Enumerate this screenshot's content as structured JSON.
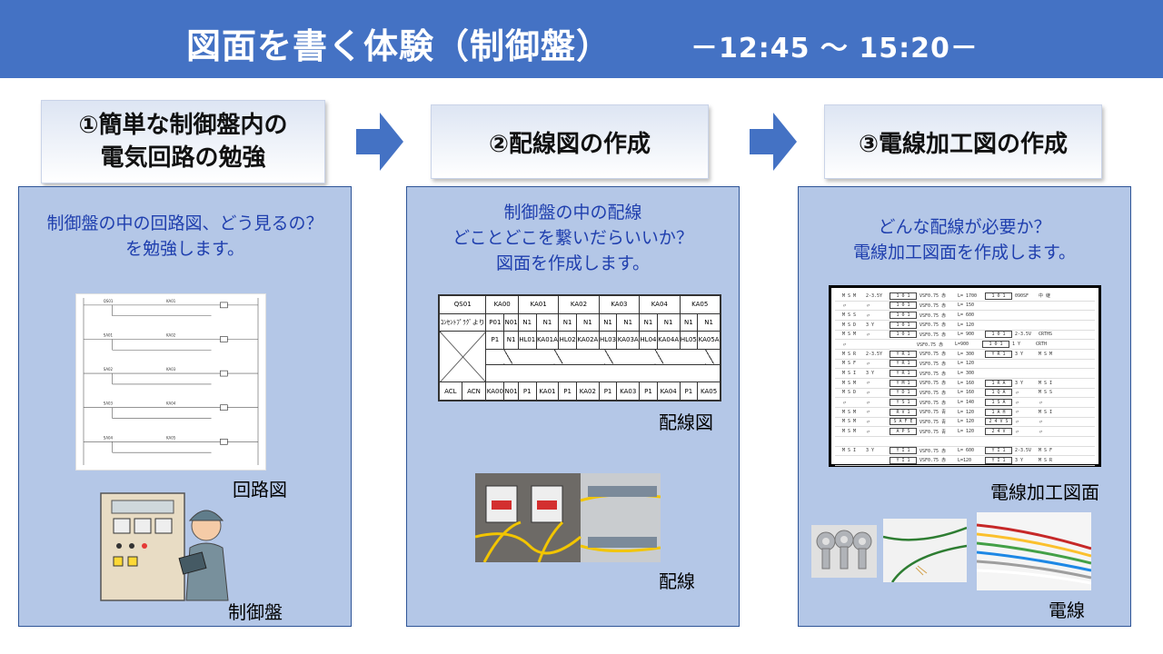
{
  "header": {
    "title": "図面を書く体験（制御盤）",
    "time": "－12:45 ～ 15:20－"
  },
  "steps": [
    {
      "line1": "①簡単な制御盤内の",
      "line2": "電気回路の勉強"
    },
    {
      "line1": "②配線図の作成",
      "line2": ""
    },
    {
      "line1": "③電線加工図の作成",
      "line2": ""
    }
  ],
  "panels": [
    {
      "lines": [
        "制御盤の中の回路図、どう見るの？",
        "を勉強します。"
      ],
      "captions": {
        "circuit": "回路図",
        "panel": "制御盤"
      }
    },
    {
      "lines": [
        "制御盤の中の配線",
        "どことどこを繋いだらいいか？",
        "図面を作成します。"
      ],
      "captions": {
        "diagram": "配線図",
        "photo": "配線"
      }
    },
    {
      "lines": [
        "どんな配線が必要か？",
        "電線加工図面を作成します。"
      ],
      "captions": {
        "drawing": "電線加工図面",
        "photo": "電線"
      }
    }
  ],
  "wiring_table": {
    "header": [
      "QS01",
      "KA00",
      "KA01",
      "KA02",
      "KA03",
      "KA04",
      "KA05"
    ],
    "row1": [
      "ｺﾝｾﾝﾄﾌﾟﾗｸﾞより",
      "P01",
      "N01",
      "N1",
      "N1",
      "N1",
      "N1",
      "N1",
      "N1",
      "N1",
      "N1",
      "N1",
      "N1"
    ],
    "row2": [
      "",
      "P1",
      "N1",
      "HL01",
      "KA01A",
      "HL02",
      "KA02A",
      "HL03",
      "KA03A",
      "HL04",
      "KA04A",
      "HL05",
      "KA05A"
    ],
    "row_bottom": [
      "ACL",
      "ACN",
      "KA00",
      "N01",
      "P1",
      "KA01",
      "P1",
      "KA02",
      "P1",
      "KA03",
      "P1",
      "KA04",
      "P1",
      "KA05"
    ]
  },
  "circuit_labels": [
    "QS01",
    "KA01",
    "SA01",
    "KA02",
    "SA02",
    "KA03",
    "SA03",
    "KA04",
    "SA04",
    "KA05"
  ],
  "cutlist_rows": [
    [
      "M S M",
      "2-3.5Y",
      "1 0 1",
      "VSF0.75 赤",
      "L= 1700",
      "1 0 1",
      "090SF",
      "中 継"
    ],
    [
      "〃",
      "〃",
      "1 0 1",
      "VSF0.75 赤",
      "L= 150",
      "",
      "",
      ""
    ],
    [
      "M S S",
      "〃",
      "1 0 1",
      "VSF0.75 赤",
      "L= 600",
      "",
      "",
      ""
    ],
    [
      "M S D",
      "3 Y",
      "1 0 1",
      "VSF0.75 赤",
      "L= 120",
      "",
      "",
      ""
    ],
    [
      "M S M",
      "〃",
      "1 0 1",
      "VSF0.75 赤",
      "L= 900",
      "1 0 1",
      "2-3.5V",
      "CRTHS"
    ],
    [
      "〃",
      "",
      "",
      "VSF0.75 赤",
      "L=900",
      "1 0 1",
      "1 Y",
      "CRTH"
    ],
    [
      "M S R",
      "2-3.5Y",
      "Y R 1",
      "VSF0.75 赤",
      "L= 300",
      "Y R 1",
      "3 Y",
      "M S M"
    ],
    [
      "M S F",
      "〃",
      "Y R 1",
      "VSF0.75 赤",
      "L= 120",
      "",
      "",
      ""
    ],
    [
      "M S I",
      "3 Y",
      "Y R 1",
      "VSF0.75 赤",
      "L= 300",
      "",
      "",
      ""
    ],
    [
      "M S M",
      "〃",
      "Y M 1",
      "VSF0.75 赤",
      "L= 160",
      "1 R A",
      "3 Y",
      "M S I"
    ],
    [
      "M S D",
      "〃",
      "Y D 1",
      "VSF0.75 赤",
      "L= 160",
      "1 Q A",
      "〃",
      "M S S"
    ],
    [
      "〃",
      "〃",
      "Y S 1",
      "VSF0.75 赤",
      "L= 140",
      "1 S A",
      "〃",
      "〃"
    ],
    [
      "M S M",
      "〃",
      "R V 1",
      "VSF0.75 青",
      "L= 120",
      "1 A H",
      "〃",
      "M S I"
    ],
    [
      "M S M",
      "〃",
      "S A F E",
      "VSF0.75 青",
      "L= 120",
      "2 4 V S",
      "〃",
      "〃"
    ],
    [
      "M S M",
      "〃",
      "A P S",
      "VSF0.75 青",
      "L= 120",
      "2 4 V",
      "〃",
      "〃"
    ],
    [
      "",
      "",
      "",
      "",
      "",
      "",
      "",
      ""
    ],
    [
      "M S I",
      "3 Y",
      "Y I 1",
      "VSF0.75 赤",
      "L= 600",
      "Y I 1",
      "2-3.5V",
      "M S F"
    ],
    [
      "",
      "",
      "Y I 1",
      "VSF0.75 赤",
      "L=120",
      "Y I 1",
      "3 Y",
      "M S R"
    ]
  ],
  "colors": {
    "banner": "#4472c4",
    "panel": "#b4c7e7",
    "panel_border": "#2f5597",
    "arrow": "#4472c4",
    "text_blue": "#1f3fae"
  }
}
